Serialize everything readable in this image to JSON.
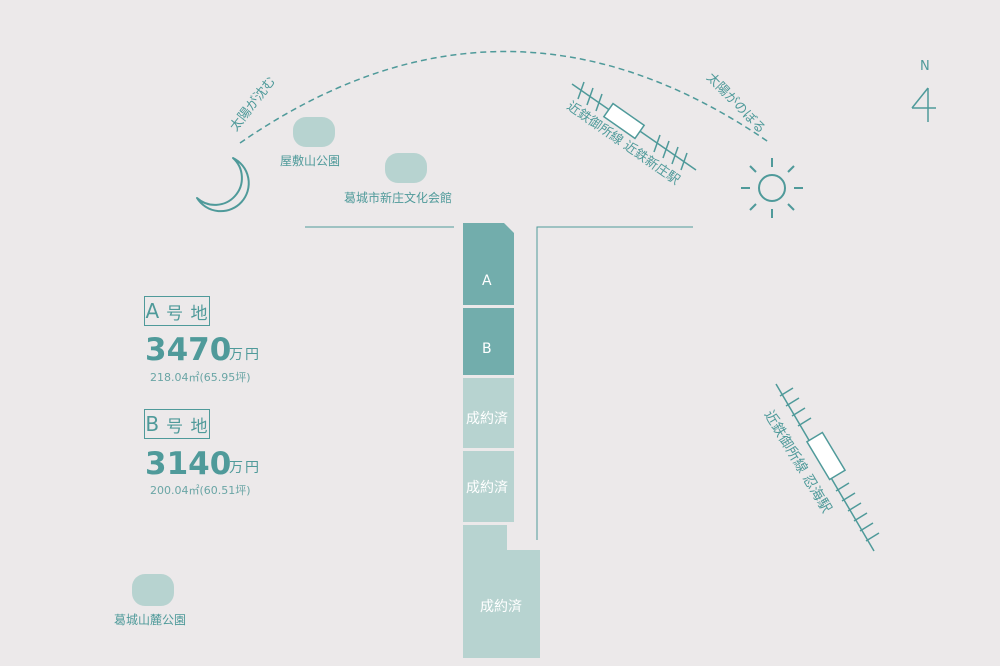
{
  "compass": {
    "label": "N"
  },
  "sun_path": {
    "sunset_label": "太陽が沈む",
    "sunrise_label": "太陽がのぼる"
  },
  "landmarks": [
    {
      "name": "屋敷山公園"
    },
    {
      "name": "葛城市新庄文化会館"
    },
    {
      "name": "葛城山麓公園"
    }
  ],
  "stations": [
    {
      "name": "近鉄御所線 近鉄新庄駅"
    },
    {
      "name": "近鉄御所線 忍海駅"
    }
  ],
  "lots": [
    {
      "label": "A",
      "status": "available"
    },
    {
      "label": "B",
      "status": "available"
    },
    {
      "label": "成約済",
      "status": "sold"
    },
    {
      "label": "成約済",
      "status": "sold"
    },
    {
      "label": "成約済",
      "status": "sold"
    }
  ],
  "listings": [
    {
      "letter": "A",
      "suffix": "号 地",
      "price": "3470",
      "unit": "万円",
      "area": "218.04㎡(65.95坪)"
    },
    {
      "letter": "B",
      "suffix": "号 地",
      "price": "3140",
      "unit": "万円",
      "area": "200.04㎡(60.51坪)"
    }
  ],
  "colors": {
    "accent": "#4f9a9a",
    "available_lot": "#72adac",
    "sold_lot": "#b7d3d0",
    "park": "#b7d3d0",
    "background": "#ece9ea"
  }
}
